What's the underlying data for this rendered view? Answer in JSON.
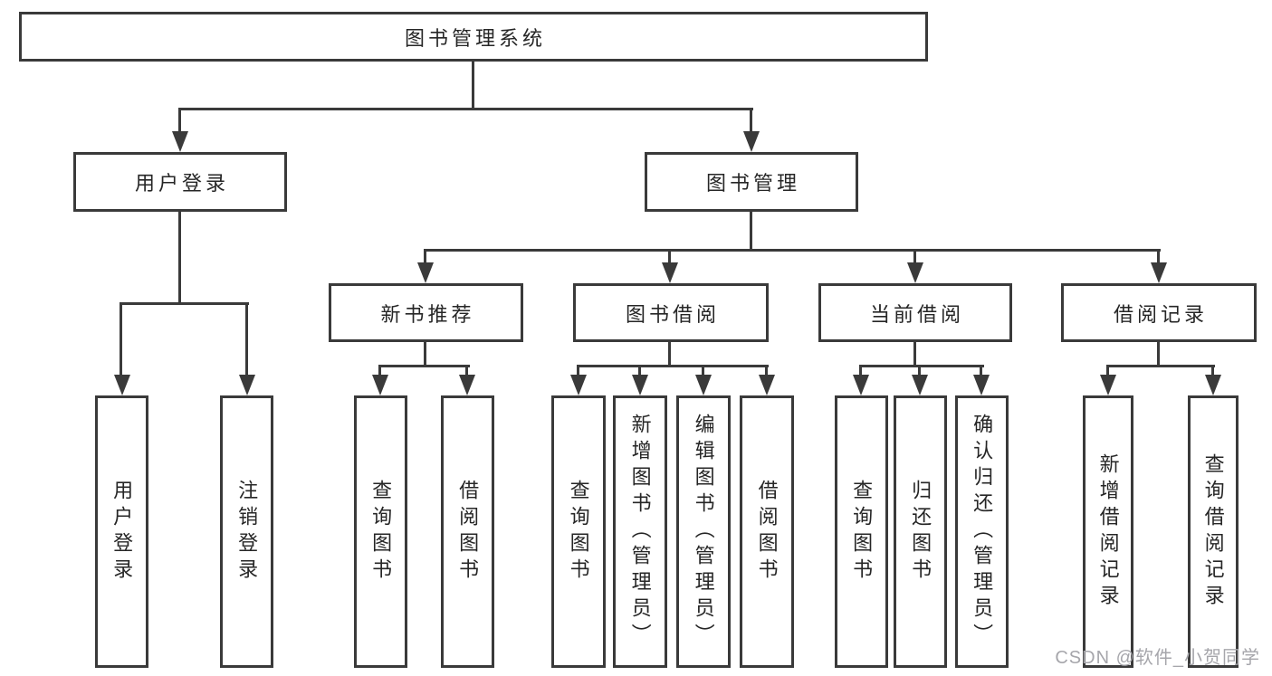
{
  "diagram_title": "图书管理系统",
  "colors": {
    "background": "#ffffff",
    "line": "#3a3a3a",
    "text": "#262626",
    "watermark": "#a6a6ab"
  },
  "nodes": {
    "root": {
      "label": "图书管理系统"
    },
    "user_login": {
      "label": "用户登录"
    },
    "book_mgmt": {
      "label": "图书管理"
    },
    "new_book_rec": {
      "label": "新书推荐"
    },
    "book_borrow": {
      "label": "图书借阅"
    },
    "current_borrow": {
      "label": "当前借阅"
    },
    "borrow_records": {
      "label": "借阅记录"
    },
    "leaf_user_login": {
      "label": "用户登录"
    },
    "leaf_logout": {
      "label": "注销登录"
    },
    "leaf_query_book_a": {
      "label": "查询图书"
    },
    "leaf_borrow_book_a": {
      "label": "借阅图书"
    },
    "leaf_query_book_b": {
      "label": "查询图书"
    },
    "leaf_add_book": {
      "label": "新增图书（管理员）"
    },
    "leaf_edit_book": {
      "label": "编辑图书（管理员）"
    },
    "leaf_borrow_book_b": {
      "label": "借阅图书"
    },
    "leaf_query_book_c": {
      "label": "查询图书"
    },
    "leaf_return_book": {
      "label": "归还图书"
    },
    "leaf_confirm_return": {
      "label": "确认归还（管理员）"
    },
    "leaf_add_record": {
      "label": "新增借阅记录"
    },
    "leaf_query_record": {
      "label": "查询借阅记录"
    }
  },
  "hierarchy": {
    "图书管理系统": {
      "用户登录": [
        "用户登录",
        "注销登录"
      ],
      "图书管理": {
        "新书推荐": [
          "查询图书",
          "借阅图书"
        ],
        "图书借阅": [
          "查询图书",
          "新增图书（管理员）",
          "编辑图书（管理员）",
          "借阅图书"
        ],
        "当前借阅": [
          "查询图书",
          "归还图书",
          "确认归还（管理员）"
        ],
        "借阅记录": [
          "新增借阅记录",
          "查询借阅记录"
        ]
      }
    }
  },
  "watermark": {
    "text": "CSDN @软件_小贺同学"
  }
}
